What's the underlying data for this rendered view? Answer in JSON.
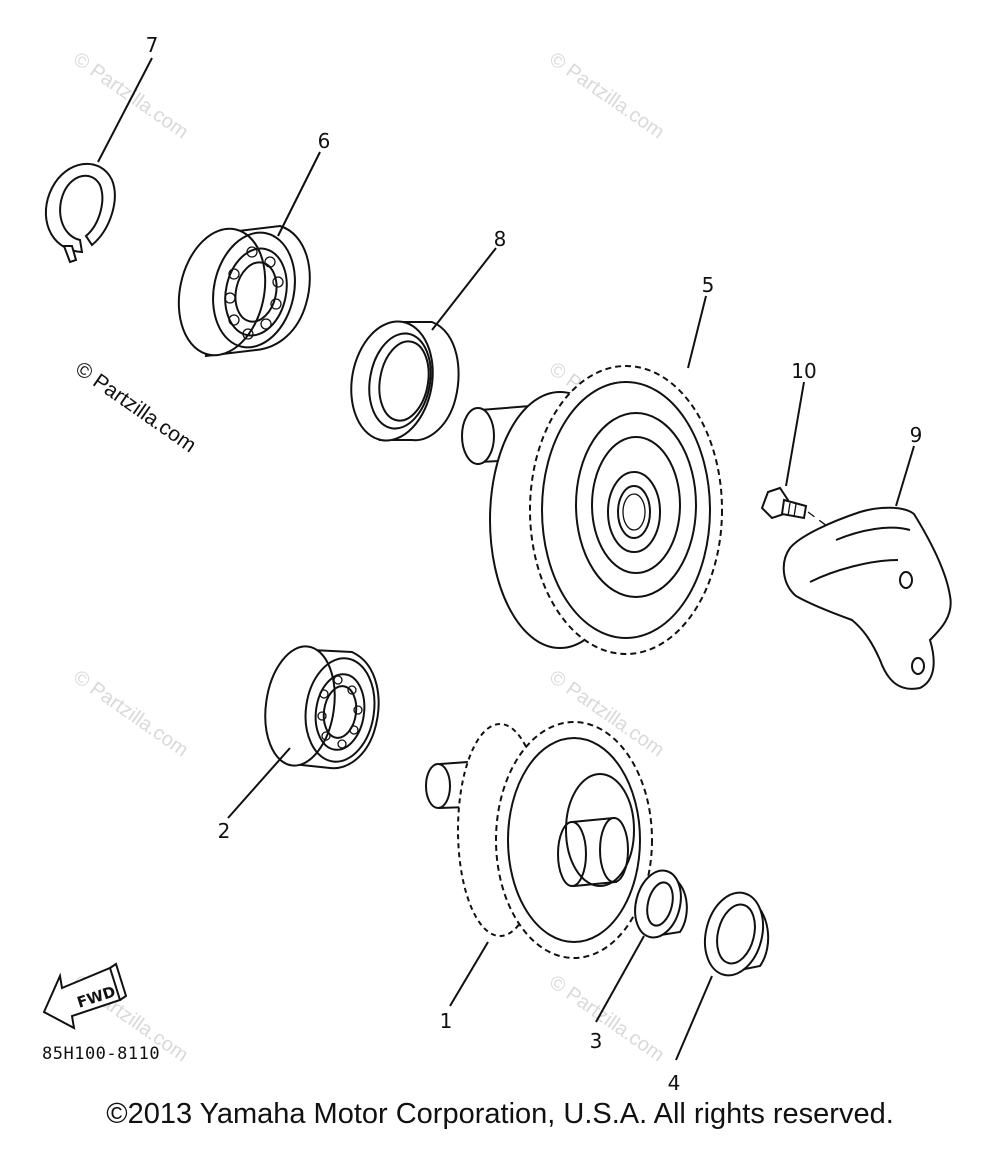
{
  "diagram": {
    "callouts": [
      "1",
      "2",
      "3",
      "4",
      "5",
      "6",
      "7",
      "8",
      "9",
      "10"
    ],
    "diagram_code": "85H100-8110",
    "fwd_label": "FWD",
    "watermark": "© Partzilla.com",
    "copyright": "©2013 Yamaha Motor Corporation, U.S.A. All rights reserved."
  }
}
